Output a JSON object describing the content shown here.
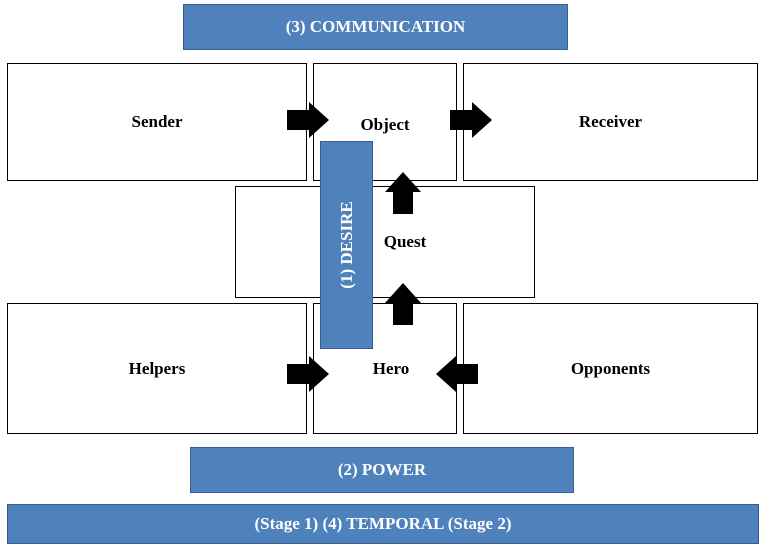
{
  "bands": {
    "communication": "(3) COMMUNICATION",
    "desire": "(1) DESIRE",
    "power": "(2) POWER",
    "temporal": "(Stage 1) (4) TEMPORAL (Stage 2)"
  },
  "boxes": {
    "sender": "Sender",
    "object": "Object",
    "receiver": "Receiver",
    "quest": "Quest",
    "helpers": "Helpers",
    "hero": "Hero",
    "opponents": "Opponents"
  },
  "colors": {
    "band_fill": "#4f81bd",
    "band_border": "#385d8a",
    "arrow": "#000000"
  }
}
